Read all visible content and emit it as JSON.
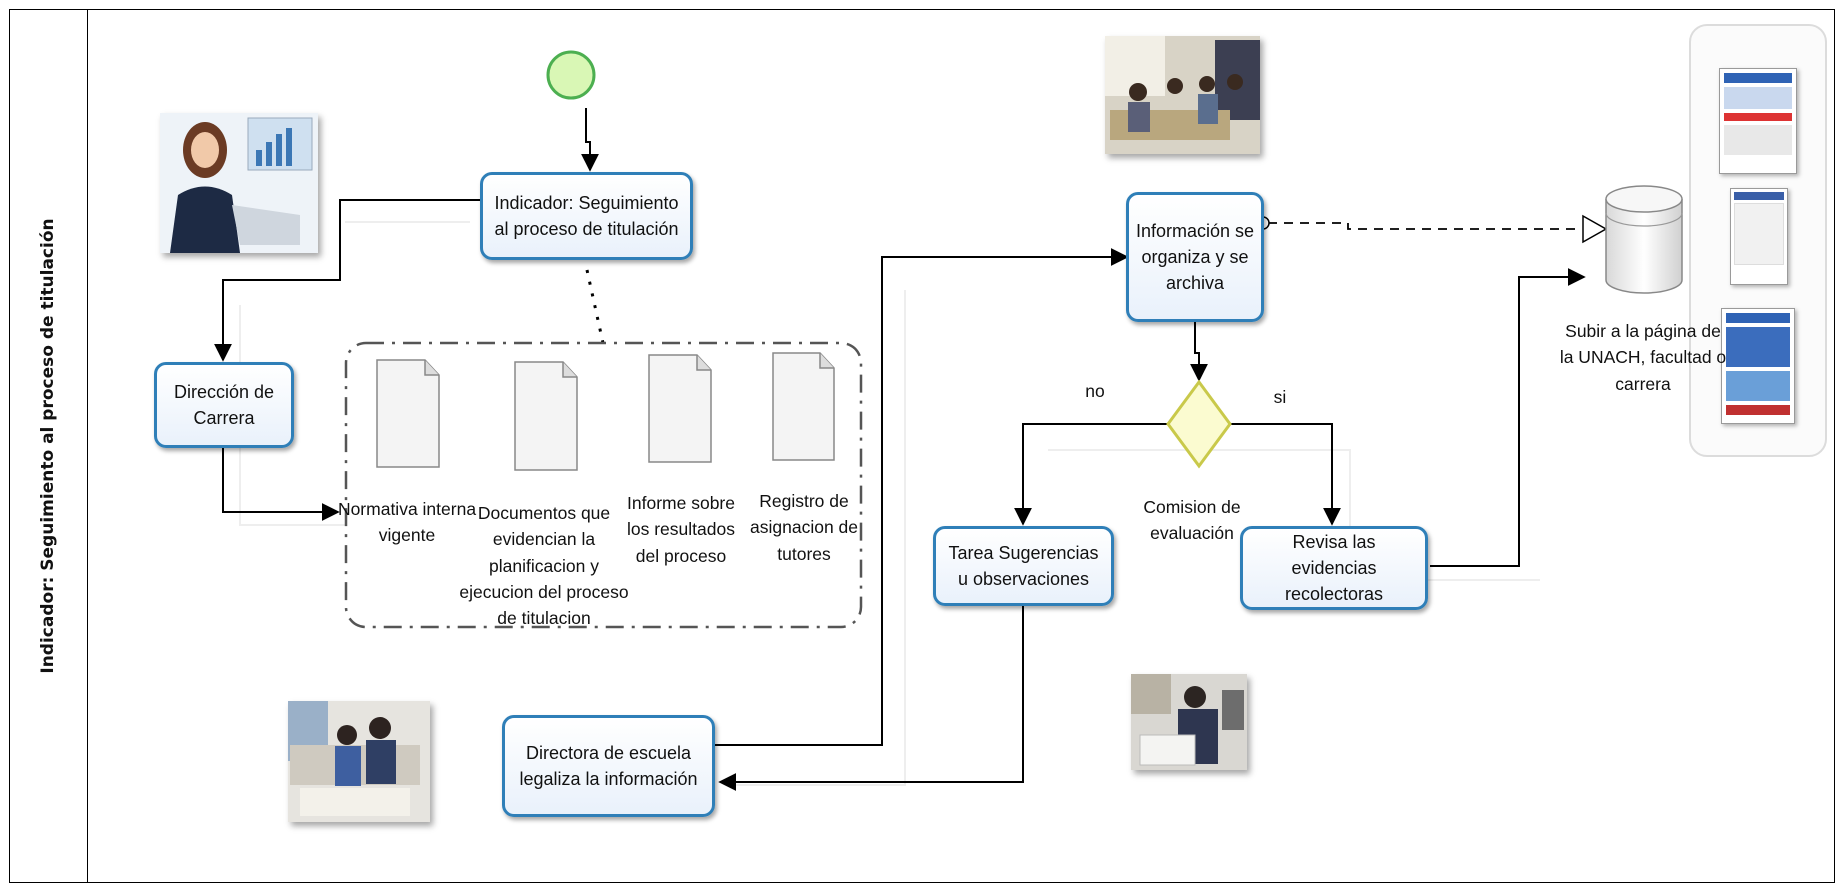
{
  "lane": {
    "title": "Indicador: Seguimiento al proceso de titulación"
  },
  "tasks": {
    "indicador": "Indicador: Seguimiento al proceso de titulación",
    "direccion": "Dirección de Carrera",
    "informacion": "Información se organiza y se archiva",
    "tarea": "Tarea Sugerencias u observaciones",
    "revisa": "Revisa las evidencias recolectoras",
    "directora": "Directora de escuela legaliza la información"
  },
  "documents": [
    "Normativa interna vigente",
    "Documentos que evidencian la planificacion y ejecucion del proceso de titulacion",
    "Informe sobre los resultados del proceso",
    "Registro de asignacion de tutores"
  ],
  "gateway": {
    "label": "Comision de evaluación",
    "no": "no",
    "si": "si"
  },
  "datastore": {
    "label": "Subir a la página de la UNACH, facultad o carrera"
  },
  "colors": {
    "task_border": "#2f7fb8",
    "start_event_fill": "#d9f7b5",
    "start_event_stroke": "#4caf50",
    "gateway_fill": "#fbfbd0",
    "gateway_stroke": "#c9c94a"
  },
  "icons": {
    "start_event": "start-event-circle",
    "gateway": "exclusive-gateway-diamond",
    "datastore": "database-cylinder-icon",
    "document": "document-icon"
  }
}
